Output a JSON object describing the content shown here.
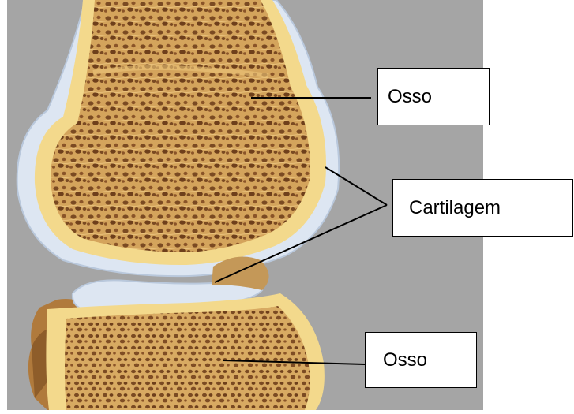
{
  "labels": {
    "bone_top": "Osso",
    "cartilage": "Cartilagem",
    "bone_bottom": "Osso"
  },
  "colors": {
    "background": "#a5a5a5",
    "bone_rim": "#f3d98c",
    "bone_spongy": "#c9964f",
    "bone_pores": "#7a4a22",
    "cartilage": "#dde6f2",
    "cartilage_edge": "#b9c8dc",
    "outer_tissue": "#b07a3c",
    "label_border": "#000000"
  }
}
